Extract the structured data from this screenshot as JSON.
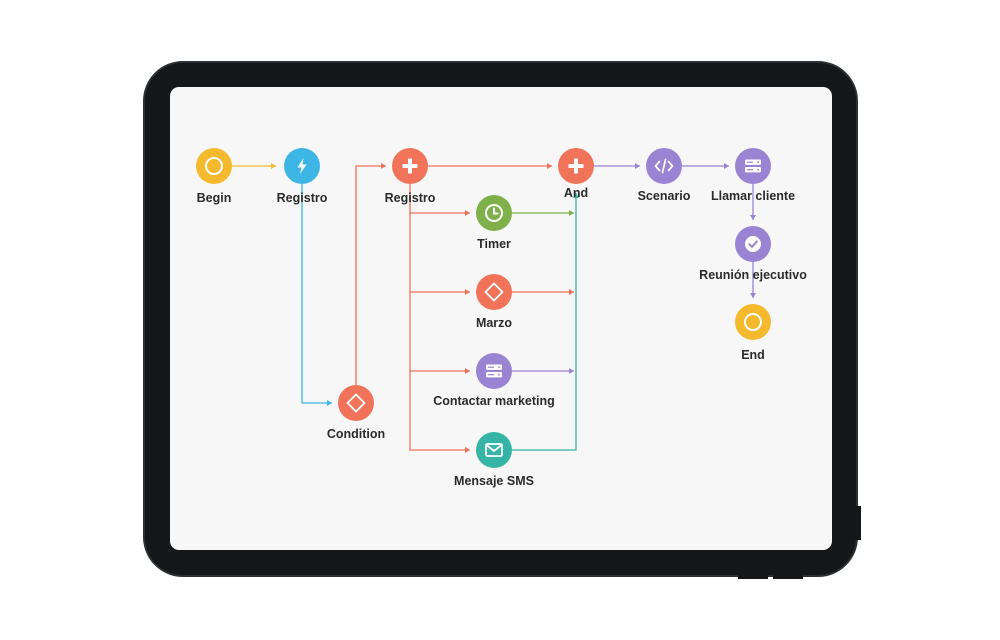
{
  "device": "tablet",
  "colors": {
    "yellow": "#F5B92E",
    "blue": "#3DB6E6",
    "orange": "#F0735A",
    "green": "#7FB04A",
    "purple": "#9B83D3",
    "teal": "#36B4A6",
    "bezel": "#151718",
    "screen": "#F7F7F7"
  },
  "nodes": [
    {
      "key": "begin",
      "label": "Begin",
      "icon": "circle-outline-icon",
      "color": "yellow"
    },
    {
      "key": "registro-1",
      "label": "Registro",
      "icon": "lightning-bolt-icon",
      "color": "blue"
    },
    {
      "key": "condition",
      "label": "Condition",
      "icon": "diamond-icon",
      "color": "orange"
    },
    {
      "key": "registro-2",
      "label": "Registro",
      "icon": "plus-icon",
      "color": "orange"
    },
    {
      "key": "timer",
      "label": "Timer",
      "icon": "clock-icon",
      "color": "green"
    },
    {
      "key": "marzo",
      "label": "Marzo",
      "icon": "diamond-icon",
      "color": "orange"
    },
    {
      "key": "contactar-marketing",
      "label": "Contactar marketing",
      "icon": "server-icon",
      "color": "purple"
    },
    {
      "key": "mensaje-sms",
      "label": "Mensaje SMS",
      "icon": "envelope-icon",
      "color": "teal"
    },
    {
      "key": "and",
      "label": "And",
      "icon": "plus-icon",
      "color": "orange"
    },
    {
      "key": "scenario",
      "label": "Scenario",
      "icon": "code-icon",
      "color": "purple"
    },
    {
      "key": "llamar-cliente",
      "label": "Llamar cliente",
      "icon": "server-icon",
      "color": "purple"
    },
    {
      "key": "reunion-ejecutivo",
      "label": "Reunión ejecutivo",
      "icon": "check-circle-icon",
      "color": "purple"
    },
    {
      "key": "end",
      "label": "End",
      "icon": "circle-outline-icon",
      "color": "yellow"
    }
  ],
  "edges": [
    {
      "from": "begin",
      "to": "registro-1",
      "color": "yellow"
    },
    {
      "from": "registro-1",
      "to": "condition",
      "color": "blue"
    },
    {
      "from": "condition",
      "to": "registro-2",
      "color": "orange"
    },
    {
      "from": "registro-2",
      "to": "and",
      "color": "orange"
    },
    {
      "from": "registro-2",
      "to": "timer",
      "color": "orange"
    },
    {
      "from": "registro-2",
      "to": "marzo",
      "color": "orange"
    },
    {
      "from": "registro-2",
      "to": "contactar-marketing",
      "color": "orange"
    },
    {
      "from": "registro-2",
      "to": "mensaje-sms",
      "color": "orange"
    },
    {
      "from": "timer",
      "to": "and",
      "color": "green"
    },
    {
      "from": "marzo",
      "to": "and",
      "color": "orange"
    },
    {
      "from": "contactar-marketing",
      "to": "and",
      "color": "purple"
    },
    {
      "from": "mensaje-sms",
      "to": "and",
      "color": "teal"
    },
    {
      "from": "and",
      "to": "scenario",
      "color": "purple"
    },
    {
      "from": "scenario",
      "to": "llamar-cliente",
      "color": "purple"
    },
    {
      "from": "llamar-cliente",
      "to": "reunion-ejecutivo",
      "color": "purple"
    },
    {
      "from": "reunion-ejecutivo",
      "to": "end",
      "color": "purple"
    }
  ]
}
